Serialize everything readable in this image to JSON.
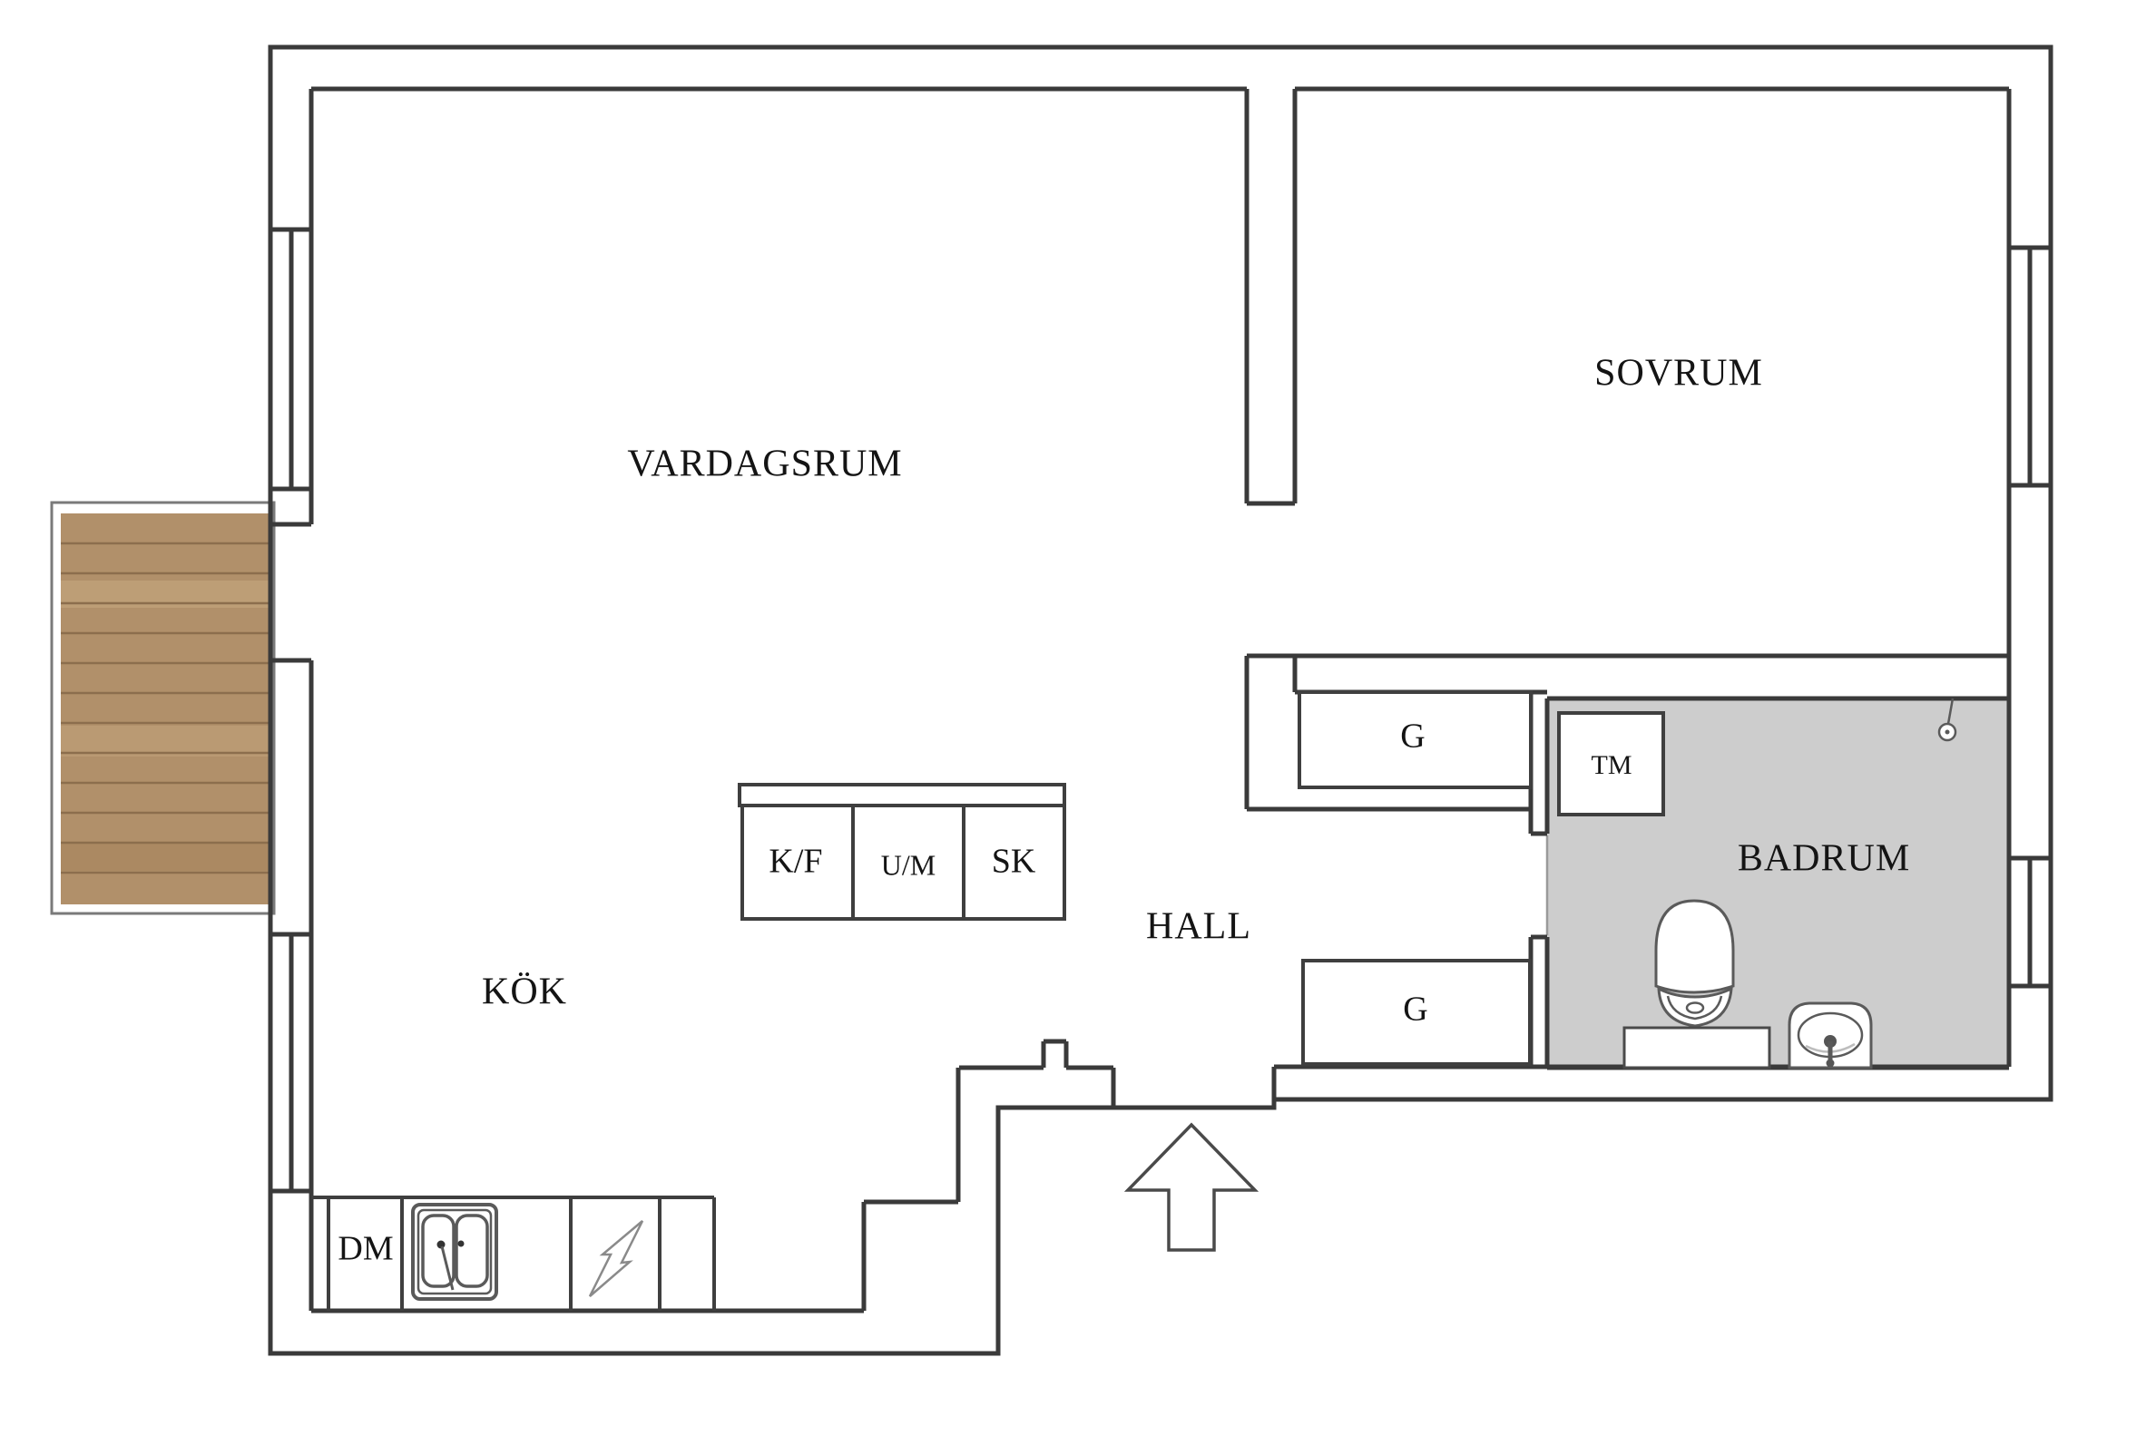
{
  "plan": {
    "type": "apartment-floor-plan",
    "rooms": {
      "vardagsrum": {
        "label": "VARDAGSRUM"
      },
      "sovrum": {
        "label": "SOVRUM"
      },
      "kok": {
        "label": "KÖK"
      },
      "hall": {
        "label": "HALL"
      },
      "badrum": {
        "label": "BADRUM"
      }
    },
    "fixtures": {
      "kf": {
        "label": "K/F"
      },
      "um": {
        "label": "U/M"
      },
      "sk": {
        "label": "SK"
      },
      "dm": {
        "label": "DM"
      },
      "wardrobe_upper": {
        "label": "G"
      },
      "wardrobe_lower": {
        "label": "G"
      },
      "washing_machine": {
        "label": "TM"
      }
    },
    "colors": {
      "wall_line": "#3a3a3a",
      "fixture_line": "#5a5a5a",
      "balcony_wood": "#b1906a",
      "wood_seam": "#8c6e4d",
      "wood_highlight": "#c9ab82",
      "bathroom_floor": "#cdcdcd",
      "background": "#ffffff"
    }
  }
}
